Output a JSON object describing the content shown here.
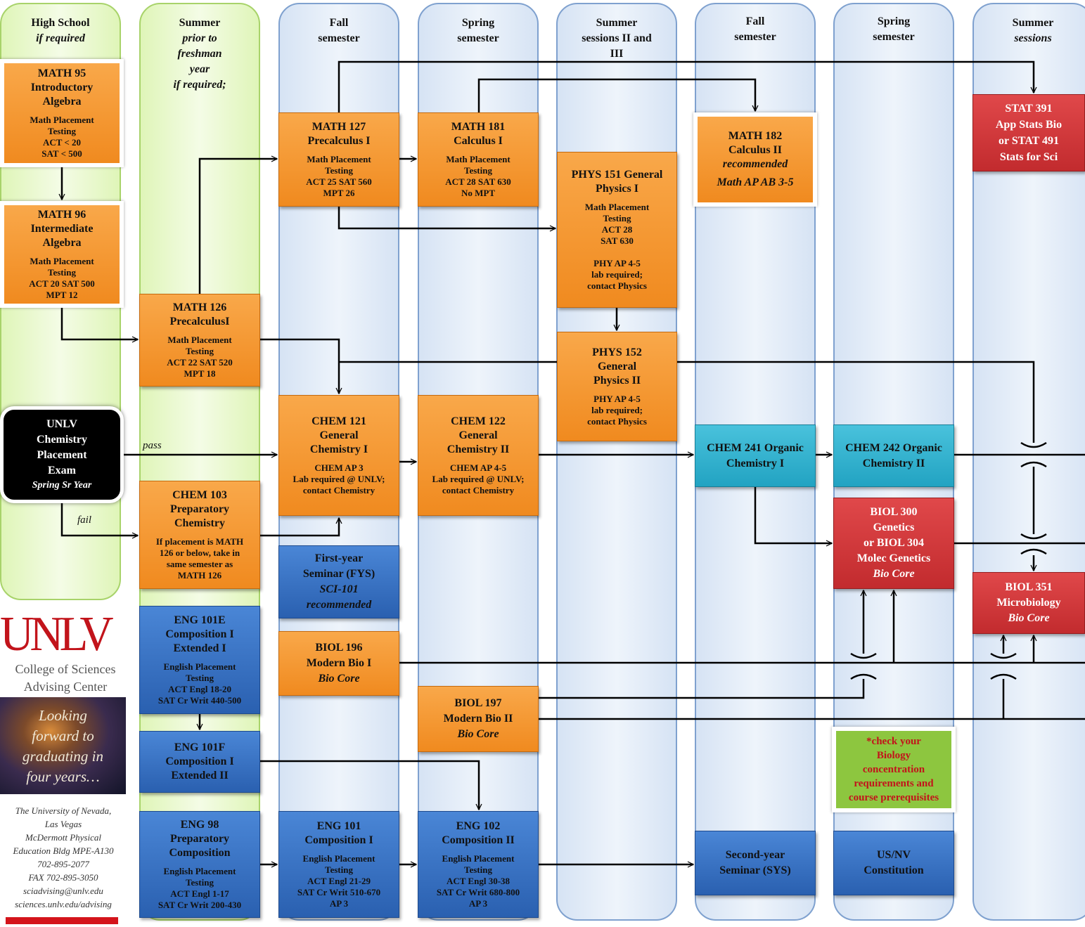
{
  "columns": [
    {
      "id": "hs",
      "heading": [
        "High School",
        "if required"
      ],
      "italic_line": 1
    },
    {
      "id": "summer0",
      "heading": [
        "Summer",
        "prior to",
        "freshman",
        "year",
        "if required;"
      ],
      "italic_line": 1
    },
    {
      "id": "fall1",
      "heading": [
        "Fall",
        "semester"
      ]
    },
    {
      "id": "spring1",
      "heading": [
        "Spring",
        "semester"
      ]
    },
    {
      "id": "summer1",
      "heading": [
        "Summer",
        "sessions II and",
        "III"
      ]
    },
    {
      "id": "fall2",
      "heading": [
        "Fall",
        "semester"
      ]
    },
    {
      "id": "spring2",
      "heading": [
        "Spring",
        "semester"
      ]
    },
    {
      "id": "summer2",
      "heading": [
        "Summer",
        "sessions"
      ],
      "italic_line": 1
    }
  ],
  "courses": {
    "math95": {
      "title": [
        "MATH 95",
        "Introductory",
        "Algebra"
      ],
      "details": [
        "Math Placement",
        "Testing",
        "ACT < 20",
        "SAT < 500"
      ]
    },
    "math96": {
      "title": [
        "MATH 96",
        "Intermediate",
        "Algebra"
      ],
      "details": [
        "Math Placement",
        "Testing",
        "ACT 20  SAT 500",
        "MPT 12"
      ]
    },
    "math126": {
      "title": [
        "MATH 126",
        "PrecalculusI"
      ],
      "details": [
        "Math Placement",
        "Testing",
        "ACT 22  SAT 520",
        "MPT 18"
      ]
    },
    "math127": {
      "title": [
        "MATH 127",
        "Precalculus I"
      ],
      "details": [
        "Math Placement",
        "Testing",
        "ACT 25  SAT 560",
        "MPT 26"
      ]
    },
    "math181": {
      "title": [
        "MATH 181",
        "Calculus I"
      ],
      "details": [
        "Math Placement",
        "Testing",
        "ACT 28  SAT 630",
        "No MPT"
      ]
    },
    "math182": {
      "title": [
        "MATH 182",
        "Calculus II"
      ],
      "italic": [
        "recommended",
        "Math AP AB 3-5"
      ]
    },
    "phys151": {
      "title": [
        "PHYS 151 General",
        "Physics I"
      ],
      "details": [
        "Math Placement",
        "Testing",
        "ACT 28",
        "SAT 630"
      ],
      "details2": [
        "PHY AP  4-5",
        "lab required;",
        "contact Physics"
      ]
    },
    "phys152": {
      "title": [
        "PHYS 152",
        "General",
        "Physics II"
      ],
      "details": [
        "PHY AP  4-5",
        "lab required;",
        "contact Physics"
      ]
    },
    "stat391": {
      "title": [
        "STAT 391",
        "App Stats Bio",
        "or STAT 491",
        "Stats for Sci"
      ]
    },
    "unlv_exam": {
      "title": [
        "UNLV",
        "Chemistry",
        "Placement",
        "Exam"
      ],
      "italic": [
        "Spring Sr Year"
      ]
    },
    "chem103": {
      "title": [
        "CHEM 103",
        "Preparatory",
        "Chemistry"
      ],
      "details": [
        "If placement is MATH",
        "126 or below, take in",
        "same semester as",
        "MATH 126"
      ]
    },
    "chem121": {
      "title": [
        "CHEM 121",
        "General",
        "Chemistry I"
      ],
      "details": [
        "CHEM AP 3",
        "Lab required @ UNLV;",
        "contact Chemistry"
      ]
    },
    "chem122": {
      "title": [
        "CHEM 122",
        "General",
        "Chemistry II"
      ],
      "details": [
        "CHEM AP 4-5",
        "Lab required @ UNLV;",
        "contact Chemistry"
      ]
    },
    "chem241": {
      "title": [
        "CHEM 241 Organic",
        "Chemistry I"
      ]
    },
    "chem242": {
      "title": [
        "CHEM 242 Organic",
        "Chemistry II"
      ]
    },
    "biol300": {
      "title": [
        "BIOL 300",
        "Genetics",
        "or BIOL 304",
        "Molec Genetics"
      ],
      "italic": [
        "Bio Core"
      ]
    },
    "biol351": {
      "title": [
        "BIOL 351",
        "Microbiology"
      ],
      "italic": [
        "Bio Core"
      ]
    },
    "fys": {
      "title": [
        "First-year",
        "Seminar (FYS)"
      ],
      "italic": [
        "SCI-101",
        "recommended"
      ]
    },
    "biol196": {
      "title": [
        "BIOL 196",
        "Modern Bio I"
      ],
      "italic": [
        "Bio Core"
      ]
    },
    "biol197": {
      "title": [
        "BIOL 197",
        "Modern Bio II"
      ],
      "italic": [
        "Bio Core"
      ]
    },
    "eng101e": {
      "title": [
        "ENG 101E",
        "Composition I",
        "Extended I"
      ],
      "details": [
        "English Placement",
        "Testing",
        "ACT Engl 18-20",
        "SAT Cr Writ 440-500"
      ]
    },
    "eng101f": {
      "title": [
        "ENG 101F",
        "Composition I",
        "Extended II"
      ]
    },
    "eng98": {
      "title": [
        "ENG 98",
        "Preparatory",
        "Composition"
      ],
      "details": [
        "English Placement",
        "Testing",
        "ACT Engl 1-17",
        "SAT Cr Writ 200-430"
      ]
    },
    "eng101": {
      "title": [
        "ENG 101",
        "Composition I"
      ],
      "details": [
        "English Placement",
        "Testing",
        "ACT Engl 21-29",
        "SAT Cr Writ 510-670",
        "AP 3"
      ]
    },
    "eng102": {
      "title": [
        "ENG 102",
        "Composition II"
      ],
      "details": [
        "English Placement",
        "Testing",
        "ACT Engl 30-38",
        "SAT Cr Writ 680-800",
        "AP 3"
      ]
    },
    "sys": {
      "title": [
        "Second-year",
        "Seminar (SYS)"
      ]
    },
    "usnv": {
      "title": [
        "US/NV",
        "Constitution"
      ]
    },
    "note": {
      "title": [
        "*check your",
        "Biology",
        "concentration",
        "requirements and",
        "course prerequisites"
      ]
    }
  },
  "labels": {
    "pass": "pass",
    "fail": "fail"
  },
  "branding": {
    "logo": "UNLV",
    "college": [
      "College of Sciences",
      "Advising Center"
    ],
    "tagline": [
      "Looking",
      "forward to",
      "graduating in",
      "four years…"
    ],
    "contact": [
      "The University of Nevada,",
      "Las Vegas",
      "McDermott Physical",
      "Education Bldg MPE-A130",
      "702-895-2077",
      "FAX 702-895-3050",
      "sciadvising@unlv.edu",
      "sciences.unlv.edu/advising"
    ]
  },
  "colors": {
    "orange": "#f4962e",
    "blue": "#3570c2",
    "teal": "#2fb2cf",
    "red": "#d2393b",
    "green_note": "#8dc63f",
    "unlv_red": "#c2141b"
  }
}
